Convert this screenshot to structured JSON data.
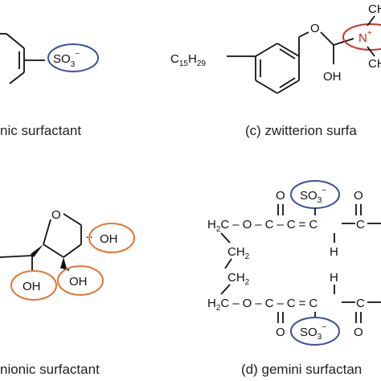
{
  "panels": {
    "a": {
      "caption": "nic surfactant",
      "groups": {
        "sulfonate": {
          "main": "SO",
          "sub": "3",
          "sup": "−"
        }
      }
    },
    "c": {
      "caption": "(c) zwitterion surfa",
      "groups": {
        "tail": {
          "c": "C",
          "c_sub": "15",
          "h": "H",
          "h_sub": "29"
        },
        "oxygen": "O",
        "hydroxyl": "OH",
        "ammonium": {
          "n": "N",
          "charge": "+",
          "ch_top": "CH",
          "ch_bottom": "CH"
        }
      }
    },
    "b": {
      "caption": "nionic surfactant",
      "groups": {
        "ring_oxygen": "O",
        "oh_right": "OH",
        "oh_bottom_mid": "OH",
        "oh_bottom_left": "OH",
        "oh_prefix": "··"
      }
    },
    "d": {
      "caption": "(d) gemini surfactan",
      "groups": {
        "sulfonate_top": {
          "main": "SO",
          "sub": "3",
          "sup": "−"
        },
        "sulfonate_bottom": {
          "main": "SO",
          "sub": "3",
          "sup": "−"
        },
        "top_row": [
          "H",
          "2",
          "C",
          "O",
          "C",
          "C",
          "C"
        ],
        "chain": [
          "CH",
          "2",
          "CH",
          "2"
        ],
        "bottom_row": [
          "H",
          "2",
          "C",
          "O",
          "C",
          "C",
          "C"
        ],
        "o": "O",
        "h": "H"
      }
    }
  },
  "colors": {
    "anionic_ring": "#3d4f9e",
    "cationic_ring": "#d0302a",
    "nonionic_ring": "#e0763a",
    "text": "#111111"
  }
}
